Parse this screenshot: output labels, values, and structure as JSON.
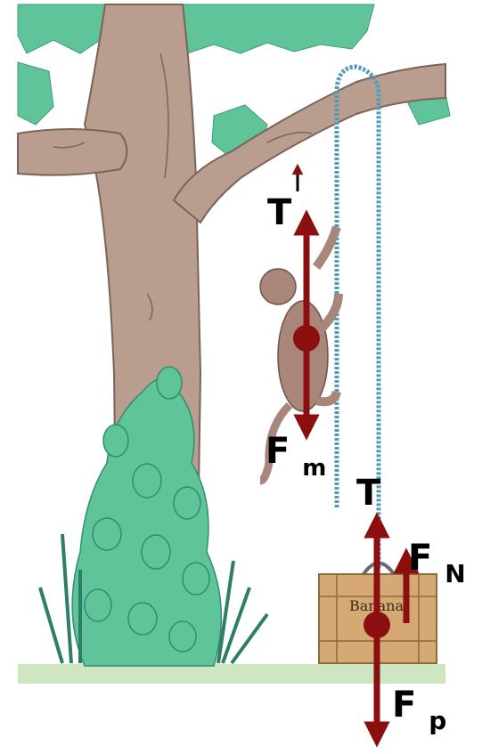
{
  "crate": {
    "label": "Banana"
  },
  "forces": {
    "monkey_tension": {
      "letter": "T"
    },
    "monkey_weight": {
      "letter": "F",
      "subscript": "m"
    },
    "package_tension": {
      "letter": "T"
    },
    "package_normal": {
      "letter": "F",
      "subscript": "N"
    },
    "package_weight": {
      "letter": "F",
      "subscript": "p"
    }
  },
  "colors": {
    "arrow": "#8b0f0f",
    "trunk": "#b99d8e",
    "trunk_outline": "#7a6358",
    "foliage": "#4fbf94",
    "foliage_dark": "#2e8f6c",
    "rope": "#4f9bb8",
    "crate": "#d6a873",
    "ground": "#cfe6c3",
    "monkey": "#a8877a"
  }
}
